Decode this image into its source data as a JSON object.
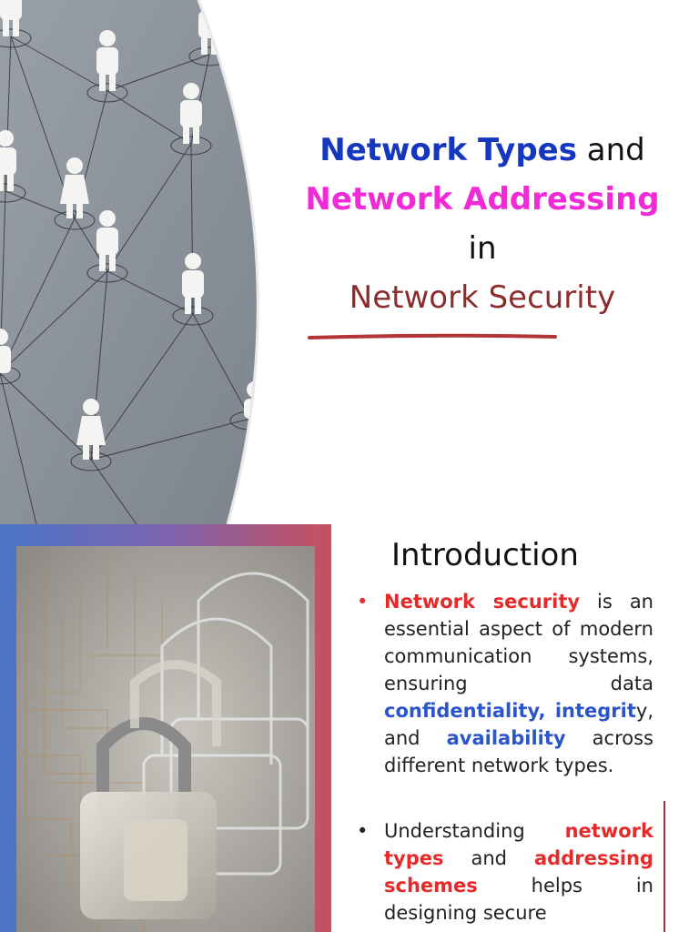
{
  "slide1": {
    "title_line1_a": "Network Types",
    "title_line1_b": " and",
    "title_line2": "Network Addressing",
    "title_line3": "in",
    "title_line4": "Network Security"
  },
  "slide2": {
    "heading": "Introduction",
    "bullet_symbol": "•",
    "bullet1": {
      "t1": "Network security",
      "t2": " is an essential aspect of modern communication systems, ensuring data ",
      "t3": "confidentiality, integrit",
      "t4": "y, and ",
      "t5": "availability",
      "t6": " across different network types."
    },
    "bullet2": {
      "t1": " Understanding ",
      "t2": "network types",
      "t3": " and ",
      "t4": "addressing schemes",
      "t5": " helps in designing secure"
    }
  },
  "colors": {
    "title_blue": "#1537c0",
    "title_pink": "#f02ad6",
    "title_maroon": "#8b2d2d",
    "highlight_red": "#e52a2a",
    "highlight_blue": "#2b55c8"
  }
}
